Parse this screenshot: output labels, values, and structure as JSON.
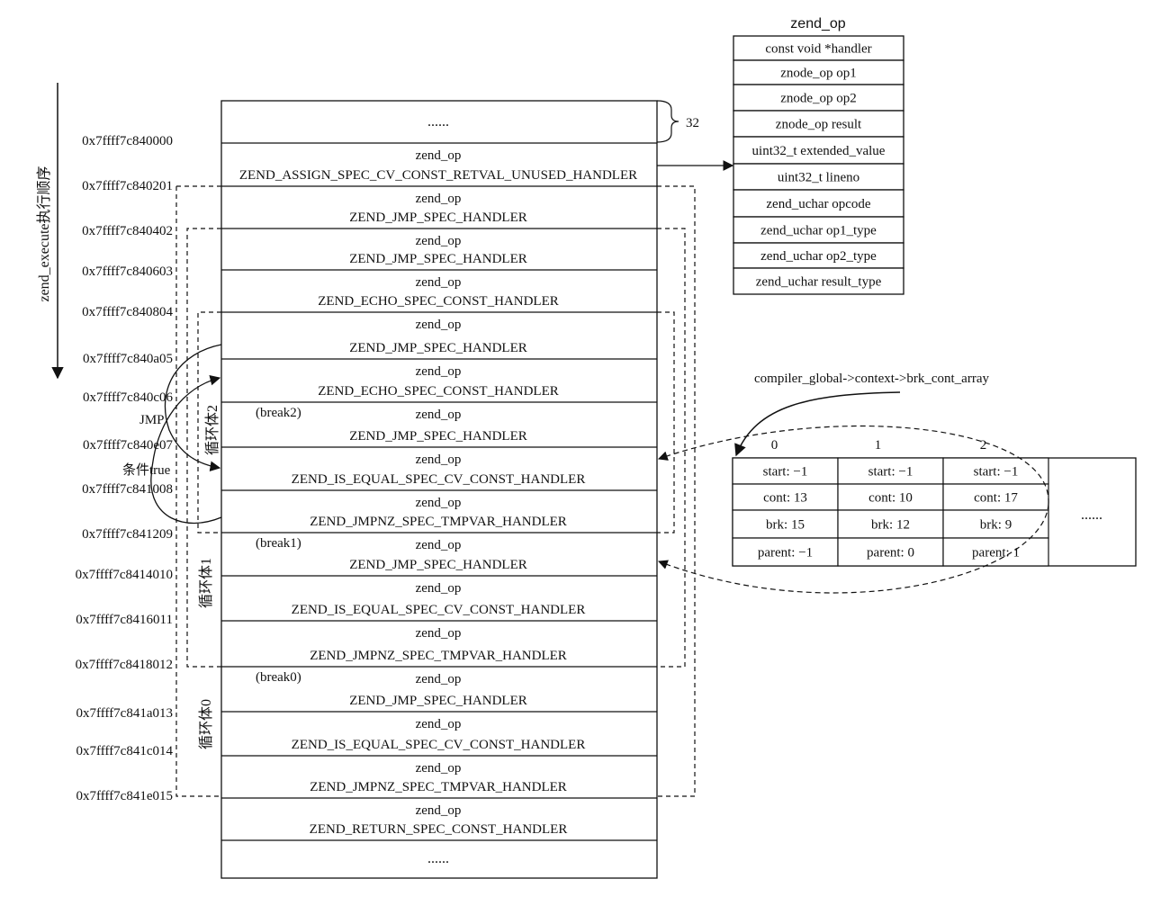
{
  "struct": {
    "title": "zend_op",
    "fields": [
      "const void *handler",
      "znode_op op1",
      "znode_op op2",
      "znode_op result",
      "uint32_t extended_value",
      "uint32_t lineno",
      "zend_uchar opcode",
      "zend_uchar op1_type",
      "zend_uchar op2_type",
      "zend_uchar result_type"
    ]
  },
  "exec_order_label": "zend_execute执行顺序",
  "ellipsis": "......",
  "size_label": "32",
  "ops": [
    {
      "type": "zend_op",
      "handler": "ZEND_ASSIGN_SPEC_CV_CONST_RETVAL_UNUSED_HANDLER",
      "break": ""
    },
    {
      "type": "zend_op",
      "handler": "ZEND_JMP_SPEC_HANDLER",
      "break": ""
    },
    {
      "type": "zend_op",
      "handler": "ZEND_JMP_SPEC_HANDLER",
      "break": ""
    },
    {
      "type": "zend_op",
      "handler": "ZEND_ECHO_SPEC_CONST_HANDLER",
      "break": ""
    },
    {
      "type": "zend_op",
      "handler": "ZEND_JMP_SPEC_HANDLER",
      "break": ""
    },
    {
      "type": "zend_op",
      "handler": "ZEND_ECHO_SPEC_CONST_HANDLER",
      "break": ""
    },
    {
      "type": "zend_op",
      "handler": "ZEND_JMP_SPEC_HANDLER",
      "break": "(break2)"
    },
    {
      "type": "zend_op",
      "handler": "ZEND_IS_EQUAL_SPEC_CV_CONST_HANDLER",
      "break": ""
    },
    {
      "type": "zend_op",
      "handler": "ZEND_JMPNZ_SPEC_TMPVAR_HANDLER",
      "break": ""
    },
    {
      "type": "zend_op",
      "handler": "ZEND_JMP_SPEC_HANDLER",
      "break": "(break1)"
    },
    {
      "type": "zend_op",
      "handler": "ZEND_IS_EQUAL_SPEC_CV_CONST_HANDLER",
      "break": ""
    },
    {
      "type": "zend_op",
      "handler": "ZEND_JMPNZ_SPEC_TMPVAR_HANDLER",
      "break": ""
    },
    {
      "type": "zend_op",
      "handler": "ZEND_JMP_SPEC_HANDLER",
      "break": "(break0)"
    },
    {
      "type": "zend_op",
      "handler": "ZEND_IS_EQUAL_SPEC_CV_CONST_HANDLER",
      "break": ""
    },
    {
      "type": "zend_op",
      "handler": "ZEND_JMPNZ_SPEC_TMPVAR_HANDLER",
      "break": ""
    },
    {
      "type": "zend_op",
      "handler": "ZEND_RETURN_SPEC_CONST_HANDLER",
      "break": ""
    }
  ],
  "addresses": [
    "0x7ffff7c840000",
    "0x7ffff7c840201",
    "0x7ffff7c840402",
    "0x7ffff7c840603",
    "0x7ffff7c840804",
    "0x7ffff7c840a05",
    "0x7ffff7c840c06",
    "0x7ffff7c840e07",
    "0x7ffff7c841008",
    "0x7ffff7c841209",
    "0x7ffff7c8414010",
    "0x7ffff7c8416011",
    "0x7ffff7c8418012",
    "0x7ffff7c841a013",
    "0x7ffff7c841c014",
    "0x7ffff7c841e015"
  ],
  "loops": [
    "循环体2",
    "循环体1",
    "循环体0"
  ],
  "jmp_label": "JMP",
  "cond_label": "条件true",
  "brk_array": {
    "title": "compiler_global->context->brk_cont_array",
    "indices": [
      "0",
      "1",
      "2"
    ],
    "more": "......",
    "rows": [
      [
        "start: −1",
        "start: −1",
        "start: −1"
      ],
      [
        "cont: 13",
        "cont: 10",
        "cont: 17"
      ],
      [
        "brk: 15",
        "brk: 12",
        "brk: 9"
      ],
      [
        "parent: −1",
        "parent: 0",
        "parent: 1"
      ]
    ]
  },
  "colors": {
    "line": "#111111",
    "background": "#ffffff"
  }
}
